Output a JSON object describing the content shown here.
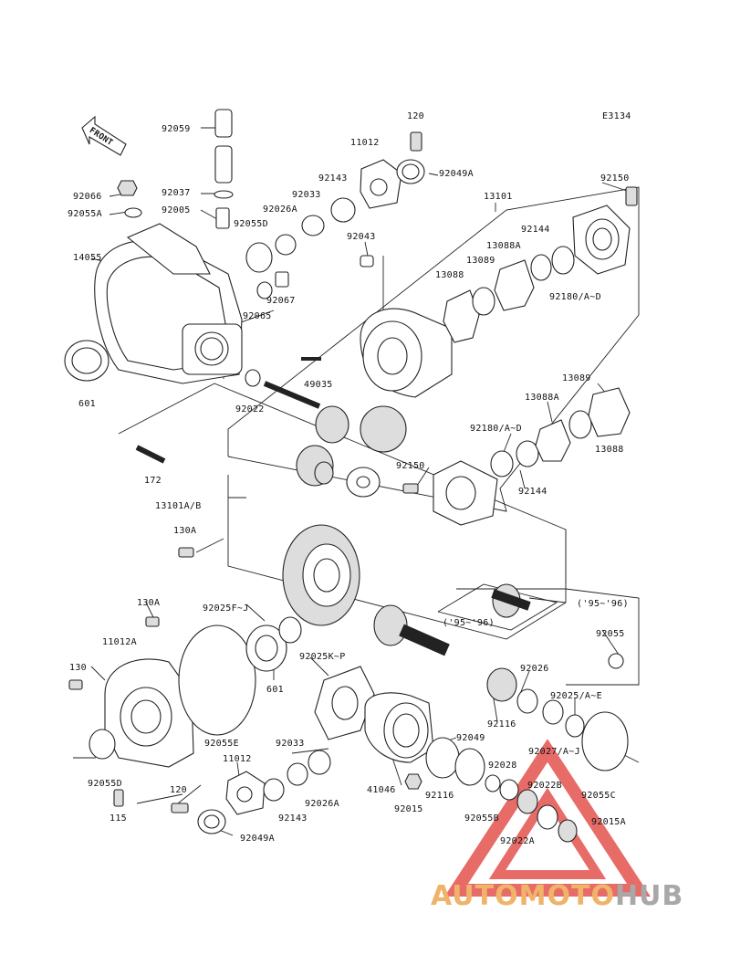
{
  "diagram_code": "E3134",
  "front_badge": "FRONT",
  "labels": {
    "p120_top": "120",
    "p11012_top": "11012",
    "p92049A_top": "92049A",
    "p92143_top": "92143",
    "p92033_top": "92033",
    "p92026A_top": "92026A",
    "p92059": "92059",
    "p92066": "92066",
    "p92055A": "92055A",
    "p92037": "92037",
    "p92005": "92005",
    "p92055D_top": "92055D",
    "p14055": "14055",
    "p92067": "92067",
    "p92065": "92065",
    "p601_top": "601",
    "p92043": "92043",
    "p13101": "13101",
    "p92150_top": "92150",
    "p92144_top": "92144",
    "p13088A_top": "13088A",
    "p13089_top": "13089",
    "p13088_top": "13088",
    "p92180AD_top": "92180/A~D",
    "p49035": "49035",
    "p92022": "92022",
    "p13089_right": "13089",
    "p13088A_right": "13088A",
    "p92180AD_mid": "92180/A~D",
    "p13088_right": "13088",
    "p92150_mid": "92150",
    "p92144_mid": "92144",
    "p172": "172",
    "p13101AB": "13101A/B",
    "p130A_mid": "130A",
    "p130A_left": "130A",
    "p92025FJ": "92025F~J",
    "p11012A": "11012A",
    "p130": "130",
    "p92025KP": "92025K~P",
    "p601_bot": "601",
    "p92055E": "92055E",
    "p92033_bot": "92033",
    "p11012_bot": "11012",
    "p92055D_bot": "92055D",
    "p120_bot": "120",
    "p115": "115",
    "p92143_bot": "92143",
    "p92026A_bot": "92026A",
    "p92049A_bot": "92049A",
    "p41046": "41046",
    "p92015": "92015",
    "p92116_a": "92116",
    "p92049": "92049",
    "p92116_b": "92116",
    "p92026": "92026",
    "p92025AE": "92025/A~E",
    "p92027AJ": "92027/A~J",
    "p92028": "92028",
    "p92022B": "92022B",
    "p92055B": "92055B",
    "p92022A": "92022A",
    "p92015A": "92015A",
    "p92055C": "92055C",
    "p92055_right": "92055",
    "p95_96_a": "('95~'96)",
    "p95_96_b": "('95~'96)"
  },
  "watermark": {
    "part1": "AUTOMOTO",
    "part2": "HUB",
    "color1": "#f0b36a",
    "color2": "#a8a8a8",
    "logo_color": "#e03a35"
  }
}
